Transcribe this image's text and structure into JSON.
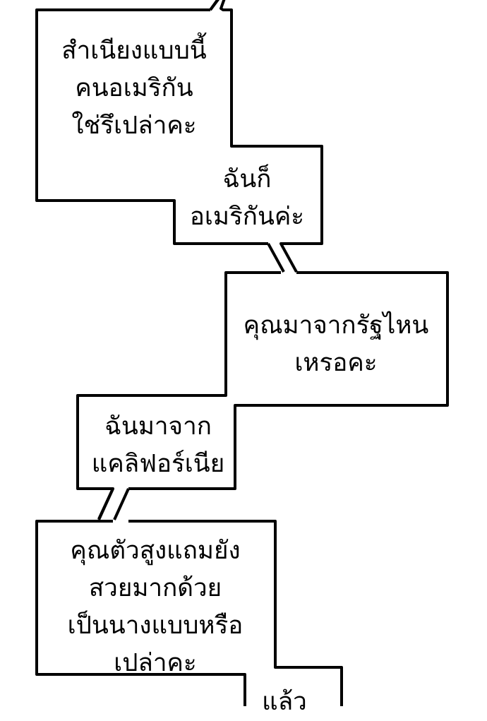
{
  "bubbles": [
    {
      "lines": [
        "สำเนียงแบบนี้",
        "คนอเมริกัน",
        "ใช่รึเปล่าคะ"
      ]
    },
    {
      "lines": [
        "ฉันก็",
        "อเมริกันค่ะ"
      ]
    },
    {
      "lines": [
        "คุณมาจากรัฐไหน",
        "เหรอคะ"
      ]
    },
    {
      "lines": [
        "ฉันมาจาก",
        "แคลิฟอร์เนีย"
      ]
    },
    {
      "lines": [
        "คุณตัวสูงแถมยัง",
        "สวยมากด้วย",
        "เป็นนางแบบหรือ",
        "เปล่าคะ"
      ]
    },
    {
      "lines": [
        "แล้ว"
      ]
    }
  ],
  "colors": {
    "ink": "#000000",
    "paper": "#ffffff"
  }
}
